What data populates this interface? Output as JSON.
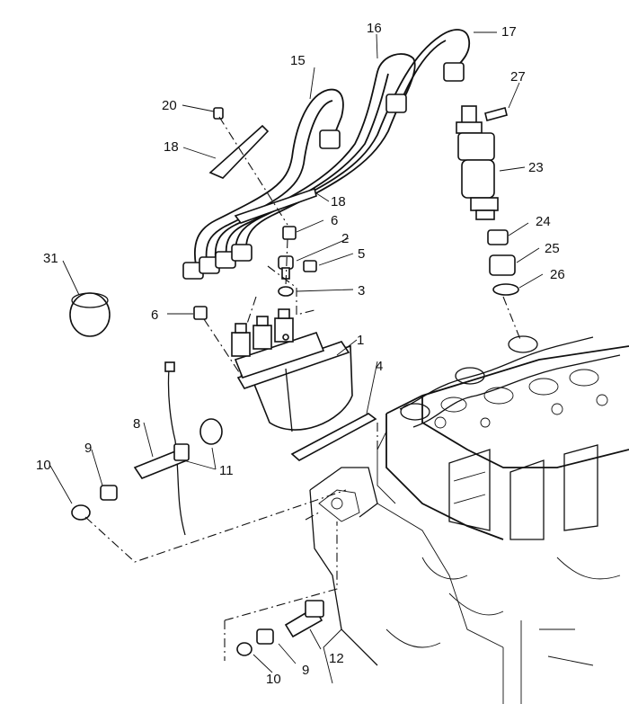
{
  "diagram": {
    "callouts": [
      "1",
      "2",
      "3",
      "4",
      "5",
      "6",
      "6",
      "8",
      "9",
      "9",
      "10",
      "10",
      "11",
      "12",
      "15",
      "16",
      "17",
      "18",
      "18",
      "20",
      "23",
      "24",
      "25",
      "26",
      "27",
      "31"
    ]
  }
}
